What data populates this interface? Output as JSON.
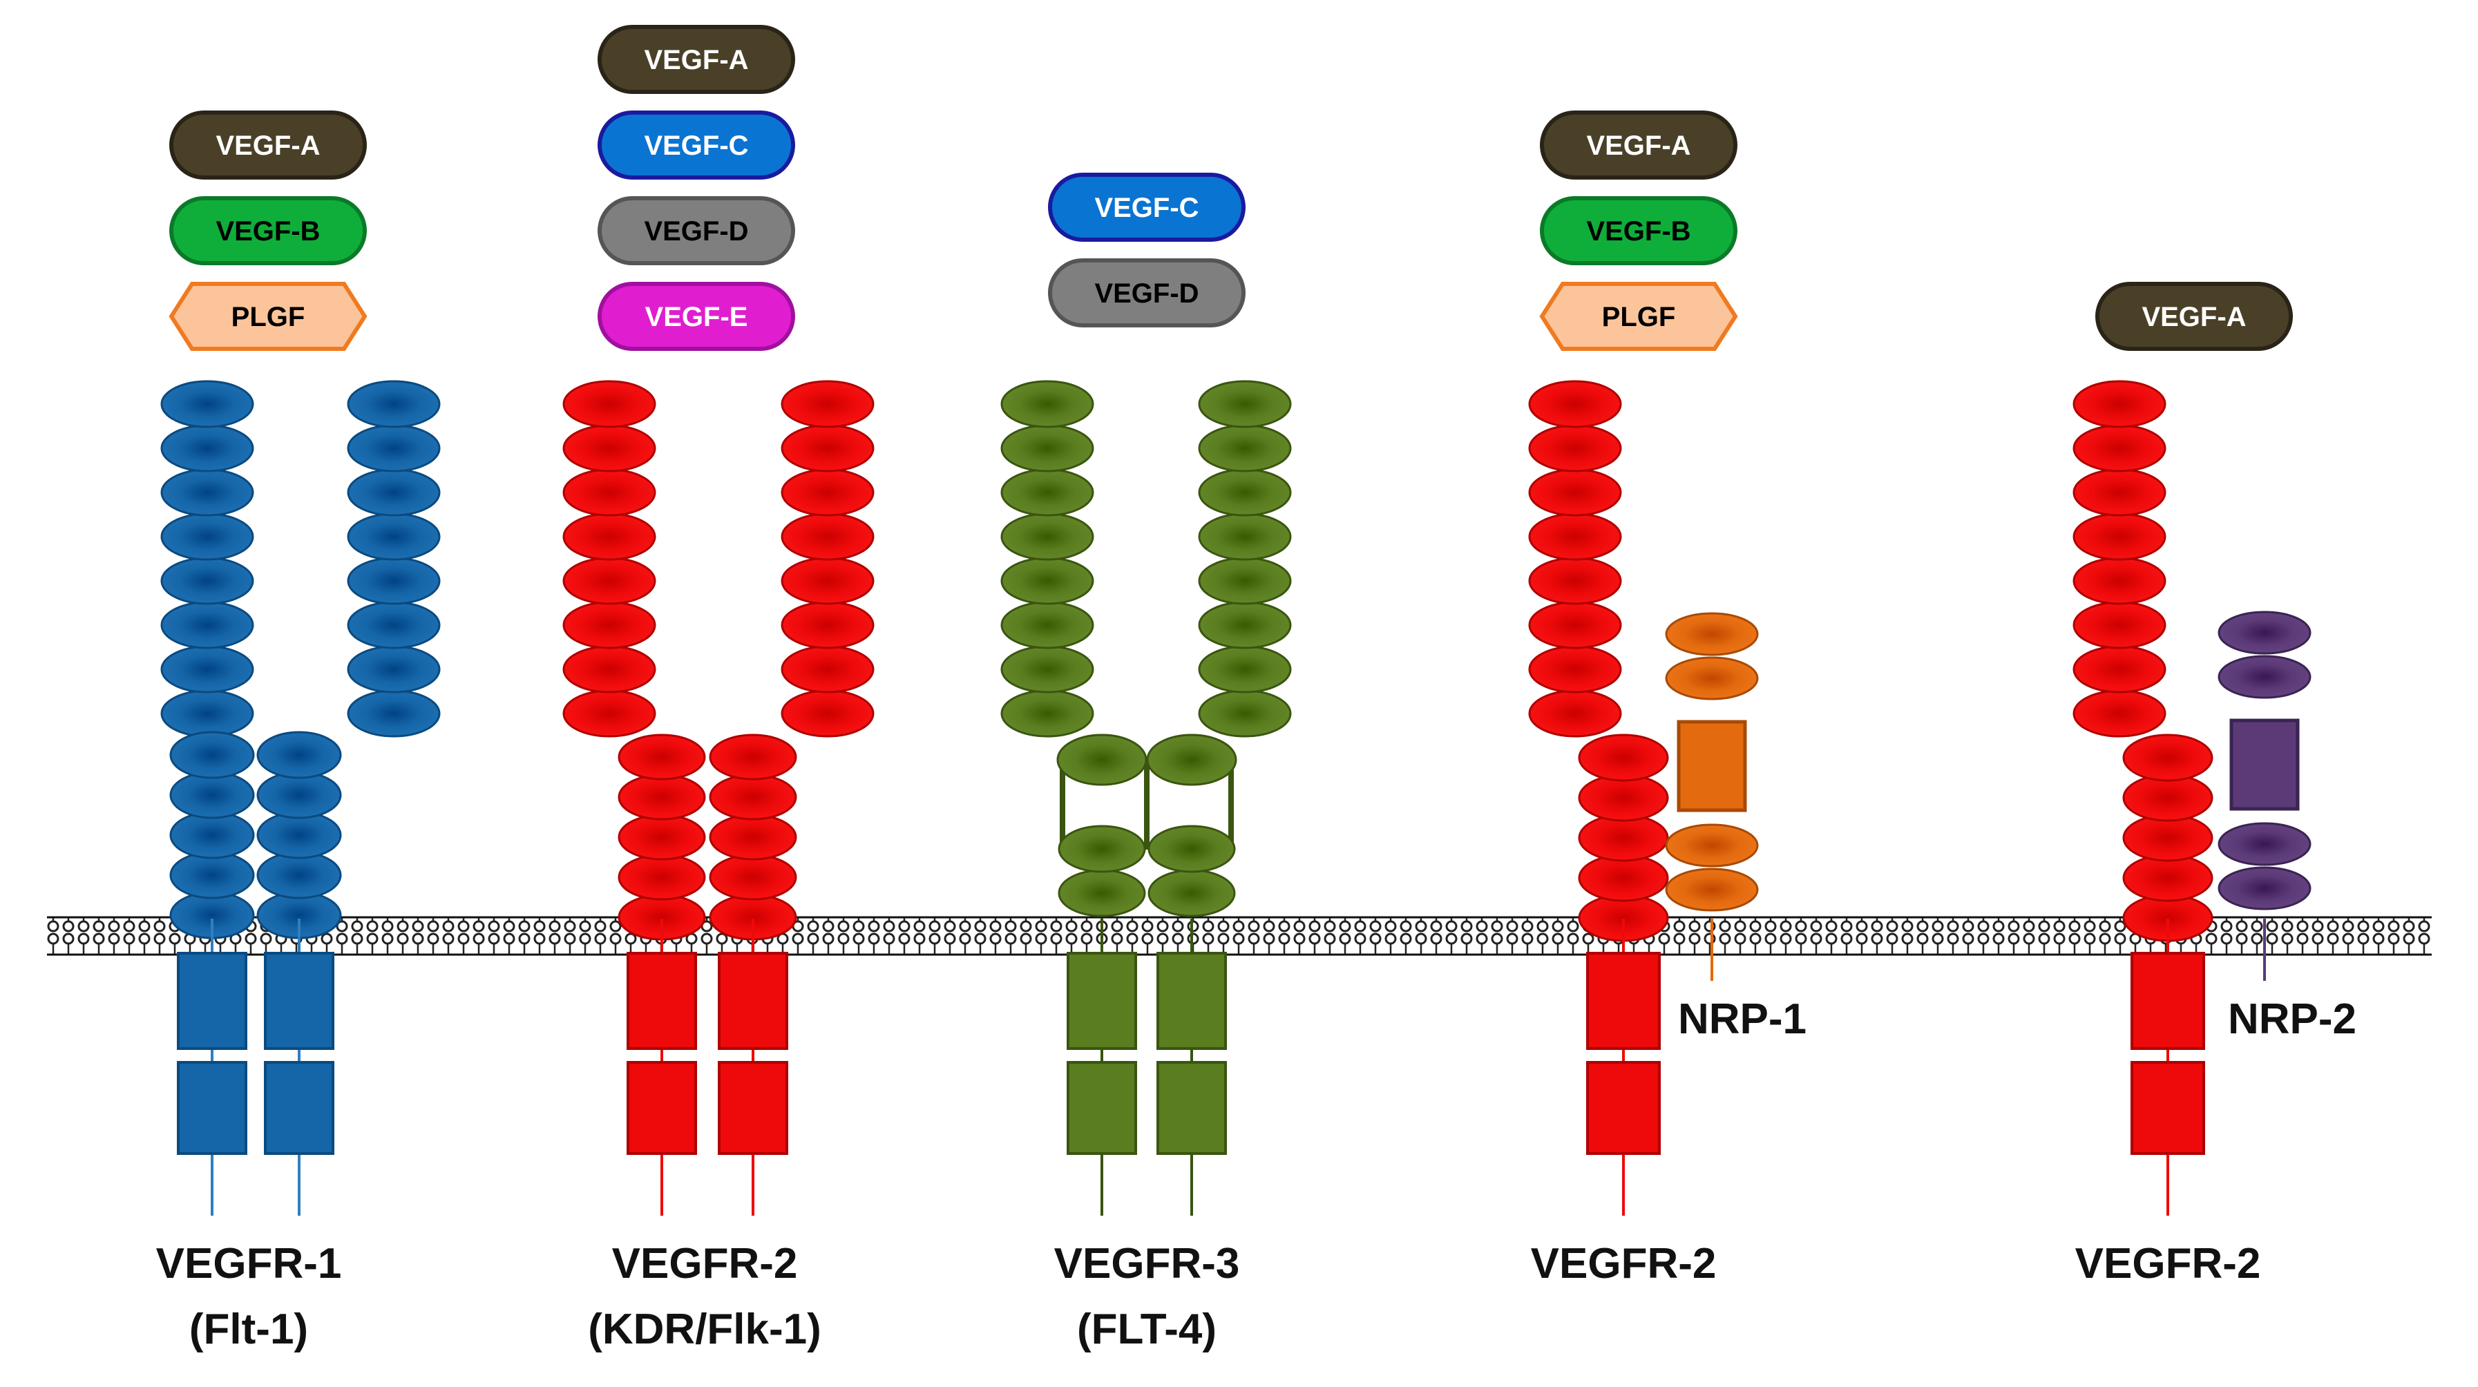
{
  "colors": {
    "vegfr1": "#1566a8",
    "vegfr1_dark": "#0a4a80",
    "vegfr2": "#ee0a0a",
    "vegfr2_dark": "#b00000",
    "vegfr3": "#5a7e1f",
    "vegfr3_dark": "#3a5510",
    "nrp1": "#e36a0e",
    "nrp1_dark": "#a84a05",
    "nrp2": "#5b3a77",
    "nrp2_dark": "#3a2452",
    "membrane_line": "#222222"
  },
  "ligand_styles": {
    "VEGF-A": {
      "fill": "#4a4028",
      "stroke": "#2a2418",
      "text": "#ffffff",
      "shape": "pill"
    },
    "VEGF-B": {
      "fill": "#0fae3b",
      "stroke": "#0a7a28",
      "text": "#000000",
      "shape": "pill"
    },
    "VEGF-C": {
      "fill": "#0a74d2",
      "stroke": "#1a1aa0",
      "text": "#ffffff",
      "shape": "pill"
    },
    "VEGF-D": {
      "fill": "#7f7f7f",
      "stroke": "#555555",
      "text": "#000000",
      "shape": "pill"
    },
    "VEGF-E": {
      "fill": "#e01ed0",
      "stroke": "#a010a0",
      "text": "#ffffff",
      "shape": "pill"
    },
    "PLGF": {
      "fill": "#fcc49a",
      "stroke": "#f07a20",
      "text": "#000000",
      "shape": "hexagon"
    }
  },
  "receptors": [
    {
      "id": "vegfr1",
      "label_line1": "VEGFR-1",
      "label_line2": "(Flt-1)",
      "ligands": [
        "VEGF-A",
        "VEGF-B",
        "PLGF"
      ]
    },
    {
      "id": "vegfr2",
      "label_line1": "VEGFR-2",
      "label_line2": "(KDR/Flk-1)",
      "ligands": [
        "VEGF-A",
        "VEGF-C",
        "VEGF-D",
        "VEGF-E"
      ]
    },
    {
      "id": "vegfr3",
      "label_line1": "VEGFR-3",
      "label_line2": "(FLT-4)",
      "ligands": [
        "VEGF-C",
        "VEGF-D"
      ]
    },
    {
      "id": "vegfr2_nrp1",
      "label_line1": "VEGFR-2",
      "label_line2": "",
      "coreceptor_label": "NRP-1",
      "ligands": [
        "VEGF-A",
        "VEGF-B",
        "PLGF"
      ]
    },
    {
      "id": "vegfr2_nrp2",
      "label_line1": "VEGFR-2",
      "label_line2": "",
      "coreceptor_label": "NRP-2",
      "ligands": [
        "VEGF-A"
      ]
    }
  ]
}
